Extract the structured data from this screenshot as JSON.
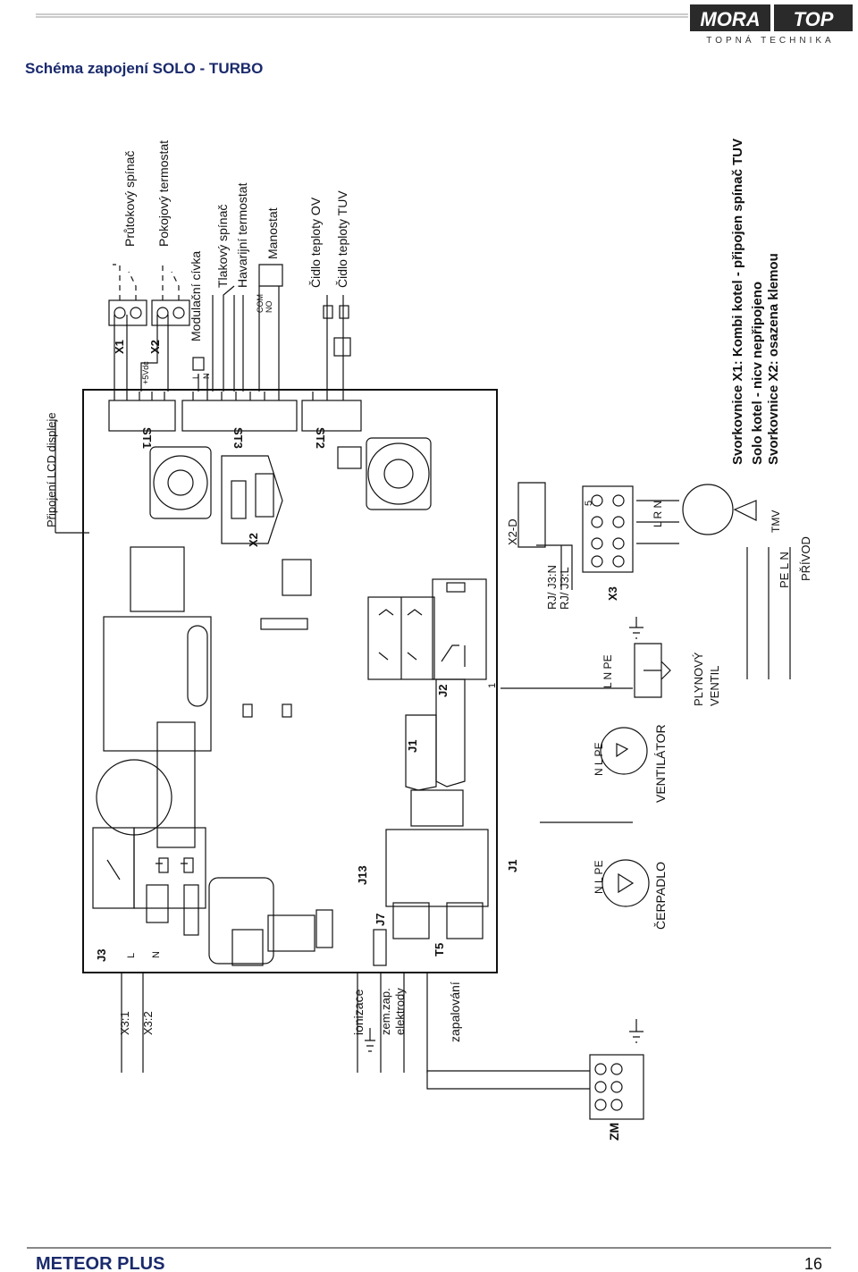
{
  "header": {
    "title": "Schéma zapojení SOLO - TURBO",
    "logo_mora": "MORA",
    "logo_top": "TOP",
    "logo_sub": "TOPNÁ TECHNIKA"
  },
  "footer": {
    "product": "METEOR PLUS",
    "page_number": "16"
  },
  "labels": {
    "lcd": "Připojení LCD displeje",
    "durchfluss": "Průtokový spínač",
    "pokojovy": "Pokojový termostat",
    "modulacni": "Modulační cívka",
    "tlakovy": "Tlakový spínač",
    "havarijni": "Havarijní termostat",
    "manostat": "Manostat",
    "cidlo_ov": "Čidlo teploty OV",
    "cidlo_tuv": "Čidlo teploty TUV",
    "x1": "X1",
    "x2": "X2",
    "x2_board": "X2",
    "x2d": "X2-D",
    "x3": "X3",
    "st1": "ST1",
    "st2": "ST2",
    "st3": "ST3",
    "v5": "+5Vdc",
    "l_small": "L",
    "n_small": "N",
    "com": "COM",
    "no": "NO",
    "j1a": "J1",
    "j1b": "J1",
    "j2": "J2",
    "j3": "J3",
    "j7": "J7",
    "j13": "J13",
    "t5": "T5",
    "one": "1",
    "five": "5",
    "rj_n": "RJ/ J3:N",
    "rj_l": "RJ/ J3:L",
    "x3_1": "X3:1",
    "x3_2": "X3:2",
    "ionizace": "ionizace",
    "zem_zap": "zem.zap.",
    "elektrody": "elektrody",
    "zapalovani": "zapalování",
    "zm": "ZM",
    "cerpadlo": "ČERPADLO",
    "ventilator": "VENTILÁTOR",
    "plynovy": "PLYNOVÝ",
    "ventil": "VENTIL",
    "prvod": "PŘÍVOD",
    "tmv": "TMV",
    "pe_l_n": "PE  L  N",
    "n_l_pe": "N  L  PE",
    "l_n_pe": "L  N  PE",
    "l_r_n": "L  R  N",
    "pin_l": "L",
    "pin_n": "N"
  },
  "notes": [
    "Svorkovnice X1: Kombi kotel - připojen spínač TUV",
    "Solo kotel - nicv nepřipojeno",
    "Svorkovnice X2: osazena klemou"
  ]
}
